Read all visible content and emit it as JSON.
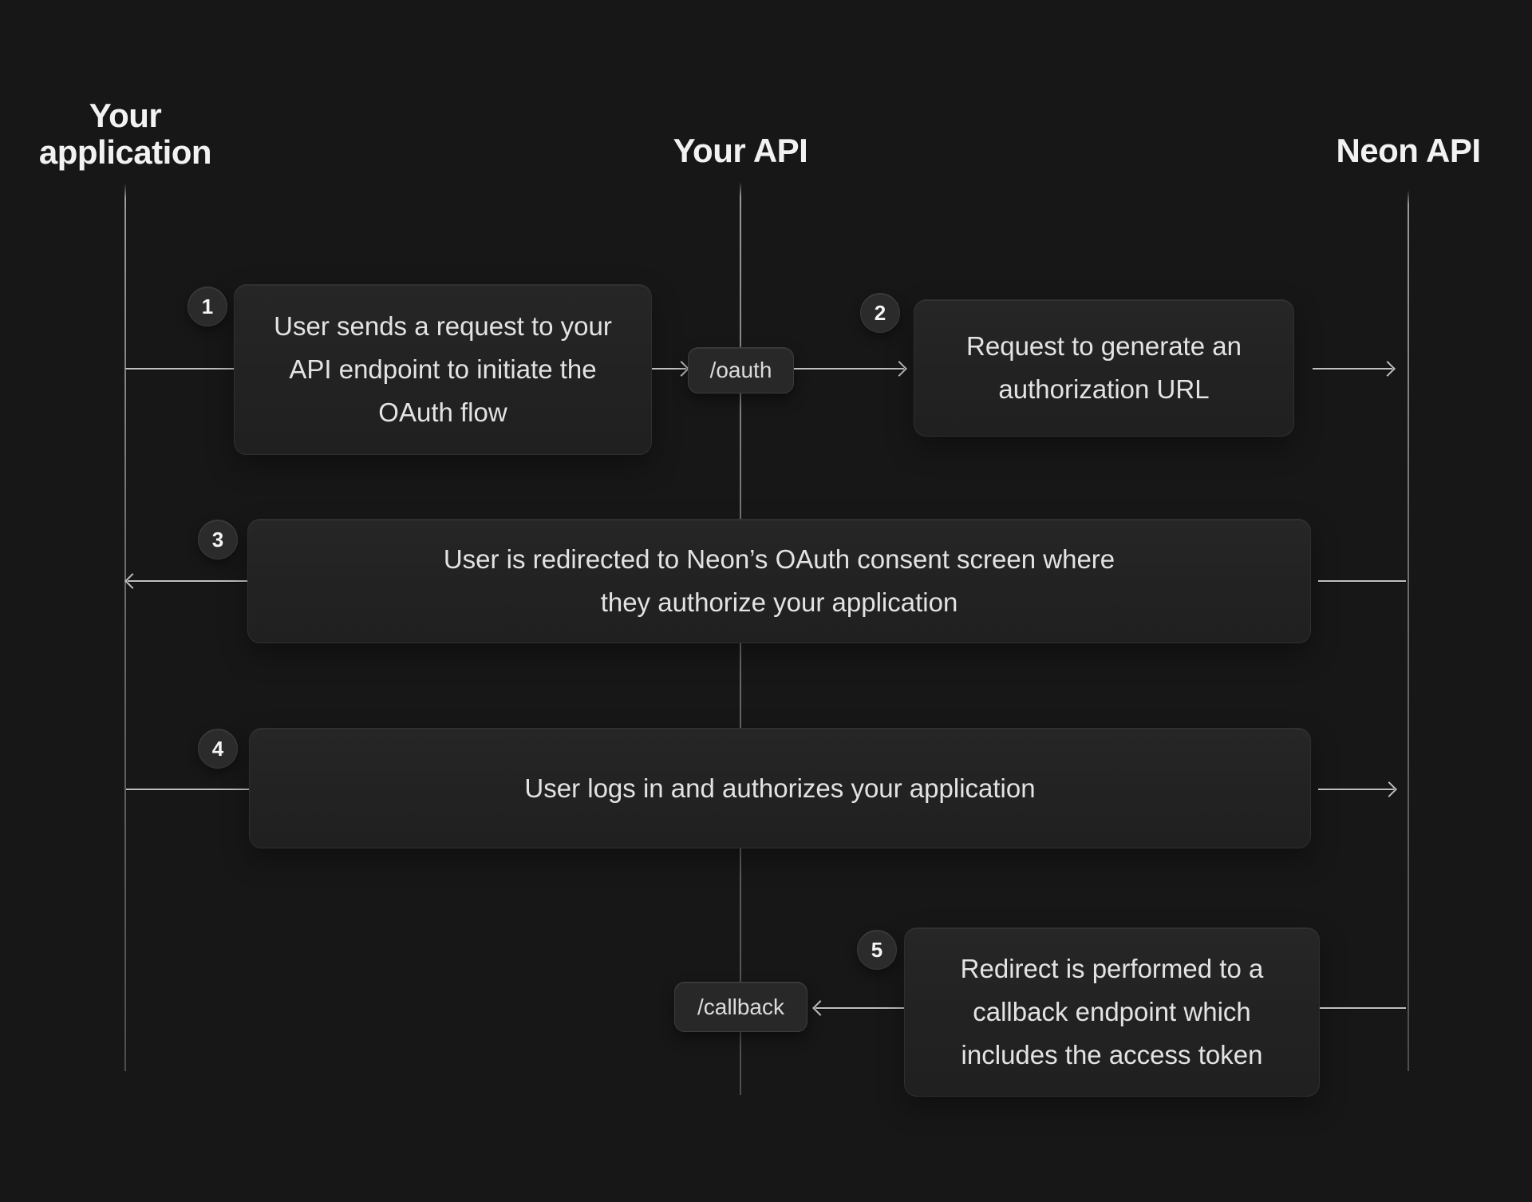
{
  "diagram": {
    "kind": "oauth-sequence-flow"
  },
  "actors": [
    {
      "name": "Your application"
    },
    {
      "name": "Your API"
    },
    {
      "name": "Neon API"
    }
  ],
  "endpoints": {
    "oauth": "/oauth",
    "callback": "/callback"
  },
  "steps": [
    {
      "number": "1",
      "lines": [
        "User sends a request to your",
        "API endpoint to initiate the",
        "OAuth flow"
      ]
    },
    {
      "number": "2",
      "lines": [
        "Request to generate an",
        "authorization URL"
      ]
    },
    {
      "number": "3",
      "lines": [
        "User is redirected to Neon’s OAuth consent screen where",
        "they authorize your application"
      ]
    },
    {
      "number": "4",
      "lines": [
        "User logs in and authorizes your application"
      ]
    },
    {
      "number": "5",
      "lines": [
        "Redirect is performed to a",
        "callback endpoint which",
        "includes the access token"
      ]
    }
  ],
  "colors": {
    "background": "#171717",
    "card": "#232323",
    "chip": "#282828",
    "badge": "#2b2b2b",
    "body_text": "#e3e3e3",
    "title_text": "#f2f2f2",
    "lifeline": "#5c5c5c",
    "arrow": "#bfbfbf"
  }
}
